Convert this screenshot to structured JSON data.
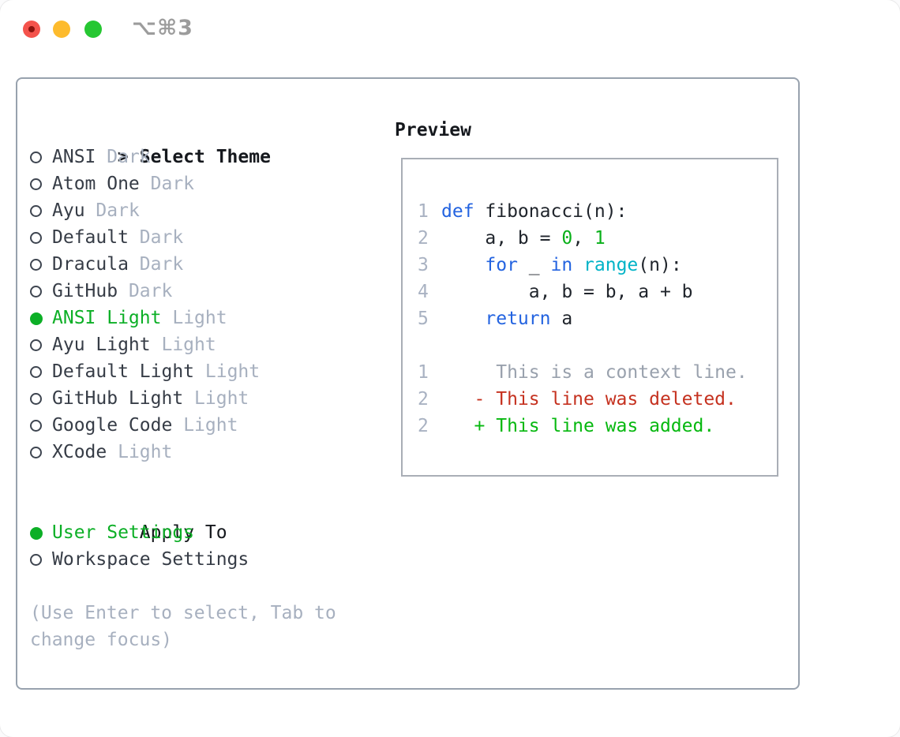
{
  "window": {
    "title_shortcut": "⌥⌘3"
  },
  "colors": {
    "heading_black": "#15181d",
    "text_dark": "#363c46",
    "muted_gray": "#a7b0bf",
    "accent_green": "#0caf26",
    "radio_ring": "#3e4550",
    "panel_border": "#98a2ae",
    "preview_border": "#a9aeb6",
    "line_number_gray": "#a9b2c2",
    "code_text": "#20252c",
    "keyword_blue": "#2363e0",
    "builtin_cyan": "#00b3c7",
    "literal_green": "#09b019",
    "context_gray": "#99a1ad",
    "deleted_red": "#c5311f",
    "added_green": "#06b80f",
    "traffic_red": "#f4534c",
    "traffic_red_dot": "#8c130e",
    "traffic_yellow": "#fdbb2d",
    "traffic_green": "#26c732",
    "title_gray": "#9c9c9c"
  },
  "theme_selector": {
    "header_marker": ">",
    "header": "Select Theme",
    "items": [
      {
        "name": "ANSI",
        "variant": "Dark",
        "selected": false
      },
      {
        "name": "Atom One",
        "variant": "Dark",
        "selected": false
      },
      {
        "name": "Ayu",
        "variant": "Dark",
        "selected": false
      },
      {
        "name": "Default",
        "variant": "Dark",
        "selected": false
      },
      {
        "name": "Dracula",
        "variant": "Dark",
        "selected": false
      },
      {
        "name": "GitHub",
        "variant": "Dark",
        "selected": false
      },
      {
        "name": "ANSI Light",
        "variant": "Light",
        "selected": true
      },
      {
        "name": "Ayu Light",
        "variant": "Light",
        "selected": false
      },
      {
        "name": "Default Light",
        "variant": "Light",
        "selected": false
      },
      {
        "name": "GitHub Light",
        "variant": "Light",
        "selected": false
      },
      {
        "name": "Google Code",
        "variant": "Light",
        "selected": false
      },
      {
        "name": "XCode",
        "variant": "Light",
        "selected": false
      }
    ]
  },
  "apply_to": {
    "header": "Apply To",
    "options": [
      {
        "label": "User Settings",
        "selected": true
      },
      {
        "label": "Workspace Settings",
        "selected": false
      }
    ]
  },
  "footer_hint": "(Use Enter to select, Tab to change focus)",
  "preview": {
    "header": "Preview",
    "lines": [
      {
        "num": "1",
        "tokens": [
          [
            "def",
            "kw"
          ],
          [
            " fibonacci(n):",
            "plain"
          ]
        ]
      },
      {
        "num": "2",
        "tokens": [
          [
            "    a, b = ",
            "plain"
          ],
          [
            "0",
            "lit"
          ],
          [
            ", ",
            "plain"
          ],
          [
            "1",
            "lit"
          ]
        ]
      },
      {
        "num": "3",
        "tokens": [
          [
            "    ",
            "plain"
          ],
          [
            "for",
            "kw"
          ],
          [
            " _ ",
            "plain"
          ],
          [
            "in",
            "kw"
          ],
          [
            " ",
            "plain"
          ],
          [
            "range",
            "builtin"
          ],
          [
            "(n):",
            "plain"
          ]
        ]
      },
      {
        "num": "4",
        "tokens": [
          [
            "        a, b = b, a + b",
            "plain"
          ]
        ]
      },
      {
        "num": "5",
        "tokens": [
          [
            "    ",
            "plain"
          ],
          [
            "return",
            "kw"
          ],
          [
            " a",
            "plain"
          ]
        ]
      },
      {
        "num": "",
        "tokens": []
      },
      {
        "num": "1",
        "tokens": [
          [
            "     This is a context line.",
            "context"
          ]
        ]
      },
      {
        "num": "2",
        "tokens": [
          [
            "   - This line was deleted.",
            "deleted"
          ]
        ]
      },
      {
        "num": "2",
        "tokens": [
          [
            "   + This line was added.",
            "added"
          ]
        ]
      }
    ]
  }
}
